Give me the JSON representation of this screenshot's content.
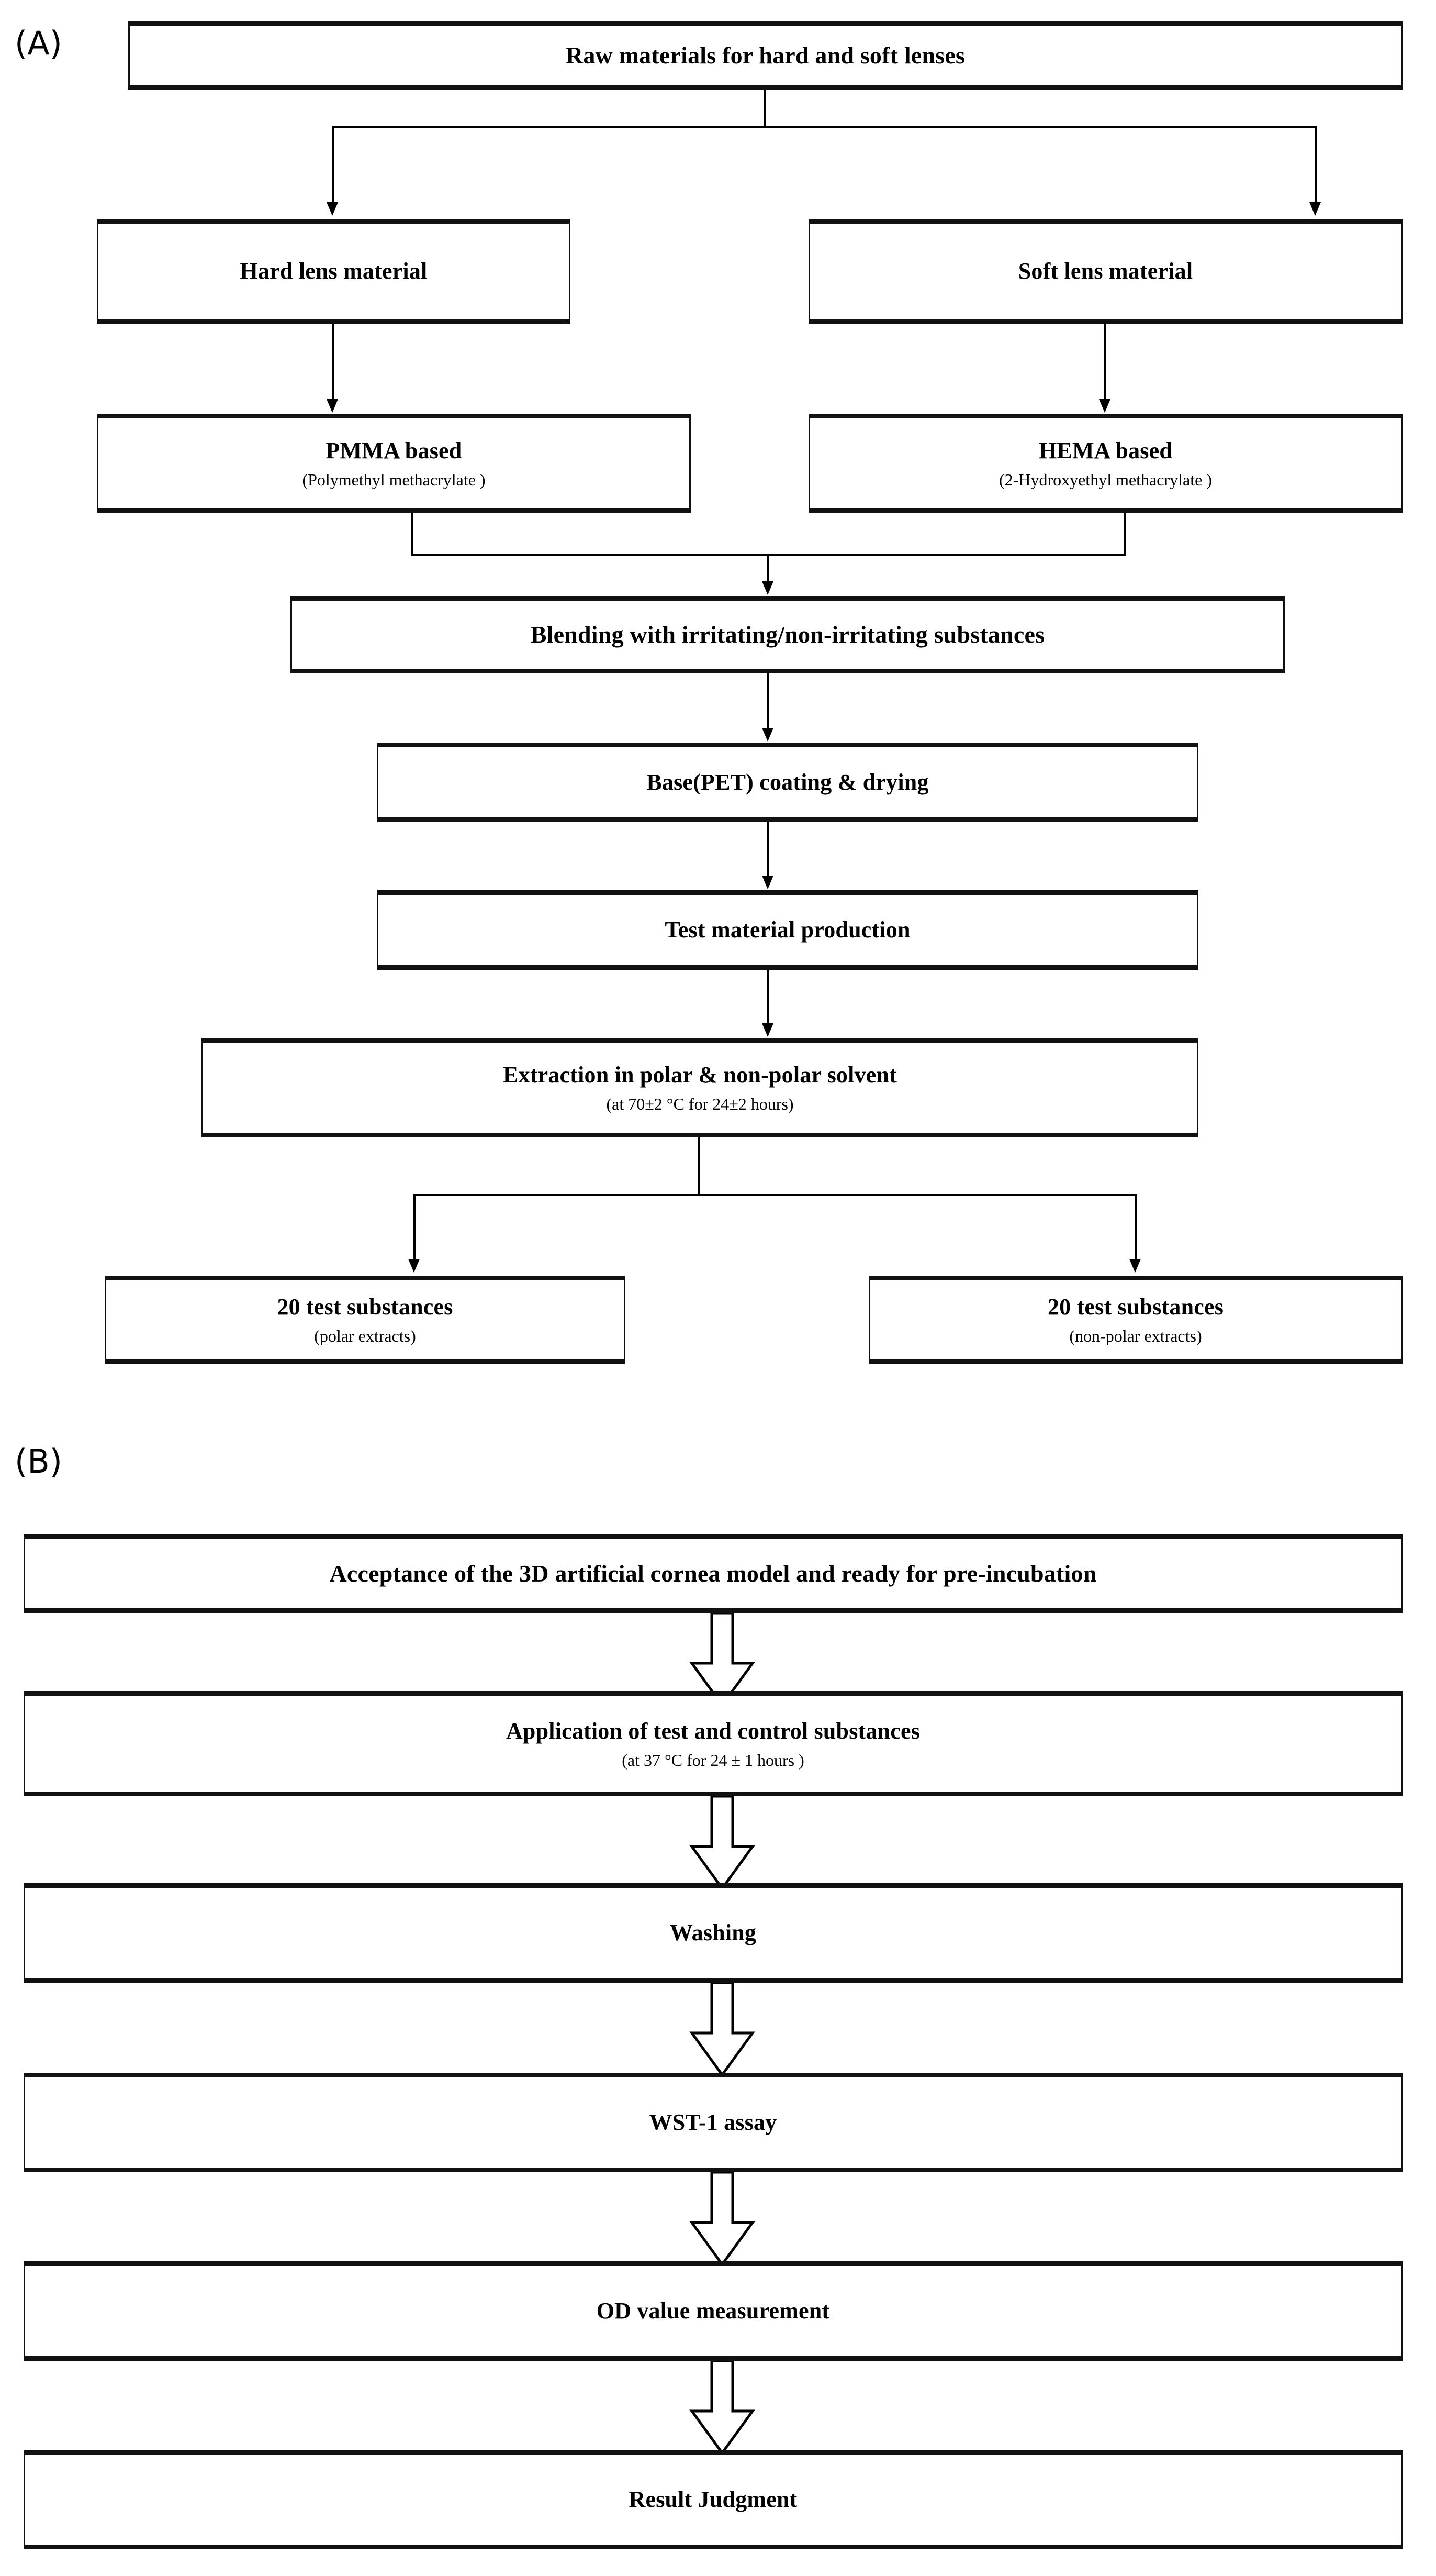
{
  "figure": {
    "panels": [
      {
        "label": "(A)",
        "name": "panel-a-test-material-preparation",
        "nodes": [
          {
            "id": "raw-materials",
            "title": "Raw materials for hard and soft lenses",
            "subtitle": ""
          },
          {
            "id": "hard-lens-material",
            "title": "Hard lens material",
            "subtitle": ""
          },
          {
            "id": "soft-lens-material",
            "title": "Soft lens material",
            "subtitle": ""
          },
          {
            "id": "pmma-based",
            "title": "PMMA based",
            "subtitle": "(Polymethyl  methacrylate )"
          },
          {
            "id": "hema-based",
            "title": "HEMA based",
            "subtitle": "(2-Hydroxyethyl  methacrylate )"
          },
          {
            "id": "blending",
            "title": "Blending with irritating/non-irritating substances",
            "subtitle": ""
          },
          {
            "id": "base-pet-coating",
            "title": "Base(PET) coating & drying",
            "subtitle": ""
          },
          {
            "id": "test-material",
            "title": "Test material production",
            "subtitle": ""
          },
          {
            "id": "extraction",
            "title": "Extraction in polar & non-polar solvent",
            "subtitle": "(at 70±2 °C for 24±2 hours)"
          },
          {
            "id": "polar-extracts",
            "title": "20 test substances",
            "subtitle": "(polar extracts)"
          },
          {
            "id": "nonpolar-extracts",
            "title": "20 test substances",
            "subtitle": "(non-polar extracts)"
          }
        ]
      },
      {
        "label": "(B)",
        "name": "panel-b-assay-procedure",
        "nodes": [
          {
            "id": "acceptance",
            "title": "Acceptance of the 3D artificial cornea model and ready for pre-incubation",
            "subtitle": ""
          },
          {
            "id": "application",
            "title": "Application of test and control substances",
            "subtitle": "(at 37 °C for 24 ± 1 hours )"
          },
          {
            "id": "washing",
            "title": "Washing",
            "subtitle": ""
          },
          {
            "id": "wst1-assay",
            "title": "WST-1 assay",
            "subtitle": ""
          },
          {
            "id": "od-value",
            "title": "OD value measurement",
            "subtitle": ""
          },
          {
            "id": "result",
            "title": "Result Judgment",
            "subtitle": ""
          }
        ]
      }
    ],
    "colors": {
      "stroke": "#111111",
      "fill": "#ffffff",
      "text": "#000000"
    }
  }
}
